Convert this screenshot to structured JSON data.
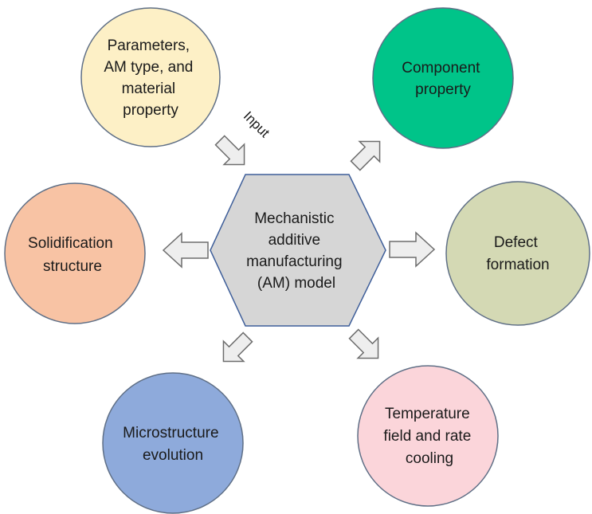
{
  "center": {
    "lines": [
      "Mechanistic",
      "additive",
      "manufacturing",
      "(AM) model"
    ],
    "fill": "#d6d6d6"
  },
  "input_label": "Input",
  "nodes": {
    "parameters": {
      "lines": [
        "Parameters,",
        "AM type, and",
        "material",
        "property"
      ],
      "fill": "#fdf0c6"
    },
    "component": {
      "lines": [
        "Component",
        "property"
      ],
      "fill": "#00c489"
    },
    "defect": {
      "lines": [
        "Defect",
        "formation"
      ],
      "fill": "#d4d9b4"
    },
    "temperature": {
      "lines": [
        "Temperature",
        "field and rate",
        "cooling"
      ],
      "fill": "#fbd5da"
    },
    "microstructure": {
      "lines": [
        "Microstructure",
        "evolution"
      ],
      "fill": "#8eaadb"
    },
    "solidification": {
      "lines": [
        "Solidification",
        "structure"
      ],
      "fill": "#f8c3a4"
    }
  }
}
